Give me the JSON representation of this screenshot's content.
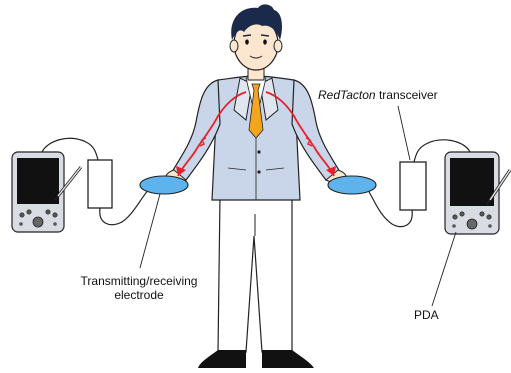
{
  "labels": {
    "transceiver_name": "RedTacton",
    "transceiver_word": "transceiver",
    "electrode_line1": "Transmitting/receiving",
    "electrode_line2": "electrode",
    "pda": "PDA"
  },
  "colors": {
    "suit": "#c9d6ea",
    "shirt_shadow": "#dfe6f0",
    "tie": "#f3a61c",
    "signal": "#e8202a",
    "electrode": "#5fb3ec",
    "skin": "#fde6cf",
    "hair": "#1b2a4a",
    "pda_screen": "#111111",
    "line": "#222222"
  },
  "icons": [
    "person-figure",
    "pda-device-icon",
    "stylus-icon",
    "transceiver-box",
    "electrode-pad",
    "signal-path"
  ]
}
